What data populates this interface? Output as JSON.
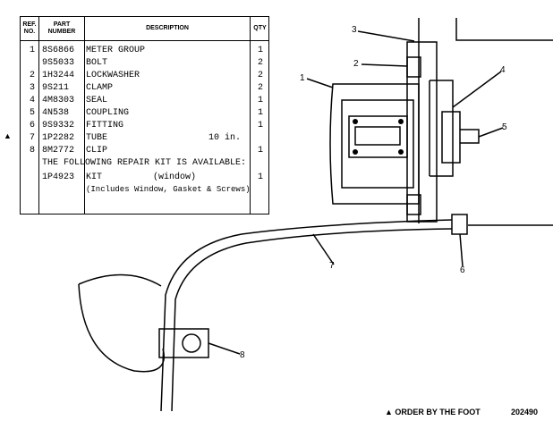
{
  "table": {
    "headers": {
      "ref": "REF.\nNO.",
      "part": "PART\nNUMBER",
      "desc": "DESCRIPTION",
      "qty": "QTY"
    },
    "rows": [
      {
        "ref": "1",
        "part": "8S6866",
        "desc": "METER GROUP",
        "qty": "1"
      },
      {
        "ref": "",
        "part": "9S5033",
        "desc": "BOLT",
        "qty": "2"
      },
      {
        "ref": "2",
        "part": "1H3244",
        "desc": "LOCKWASHER",
        "qty": "2"
      },
      {
        "ref": "3",
        "part": "9S211",
        "desc": "CLAMP",
        "qty": "2"
      },
      {
        "ref": "4",
        "part": "4M8303",
        "desc": "SEAL",
        "qty": "1"
      },
      {
        "ref": "5",
        "part": "4N538",
        "desc": "COUPLING",
        "qty": "1"
      },
      {
        "ref": "6",
        "part": "9S9332",
        "desc": "FITTING",
        "qty": "1"
      },
      {
        "ref": "7",
        "part": "1P2282",
        "desc": "TUBE",
        "qty": "10 in."
      },
      {
        "ref": "8",
        "part": "8M2772",
        "desc": "CLIP",
        "qty": "1"
      }
    ],
    "repair_note": "THE FOLLOWING REPAIR KIT IS AVAILABLE:",
    "kit": {
      "part": "1P4923",
      "desc": "KIT",
      "desc_detail": "(window)",
      "qty": "1",
      "includes": "(Includes Window, Gasket & Screws)"
    },
    "marker": "▲"
  },
  "callouts": [
    "1",
    "2",
    "3",
    "4",
    "5",
    "6",
    "7",
    "8"
  ],
  "footer_note": "▲ ORDER BY THE FOOT",
  "figure_id": "202490"
}
